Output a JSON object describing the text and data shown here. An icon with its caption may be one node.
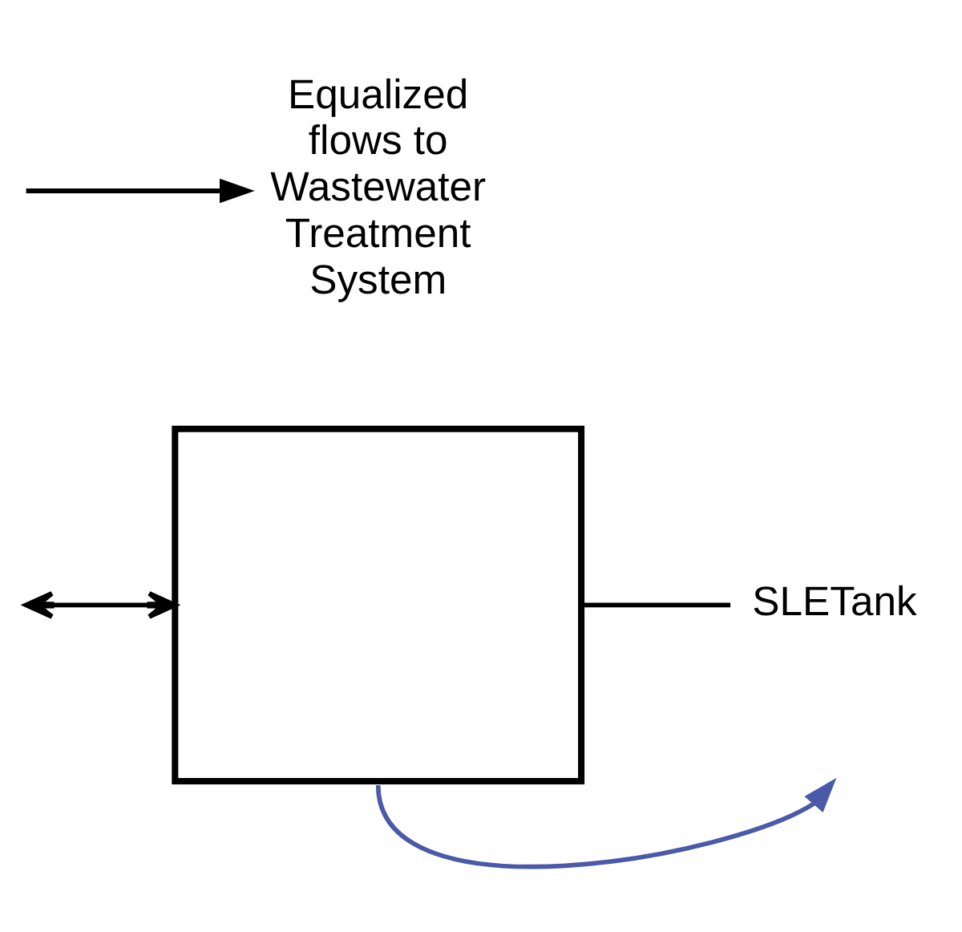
{
  "diagram": {
    "nodes": [
      {
        "text": [],
        "shape": "box"
      },
      {
        "text": [
          "SLETank"
        ]
      },
      {
        "text": [
          "Equalized flows to Wastewater Treatment System"
        ]
      }
    ],
    "edges": [
      {
        "from": 1,
        "to": 0,
        "arrow": "none"
      },
      {
        "from": 0,
        "to": null,
        "arrow": "to",
        "color": "#4a5aa8"
      },
      {
        "from": null,
        "to": 0,
        "arrow": "both"
      },
      {
        "from": null,
        "to": 2,
        "arrow": "to"
      }
    ]
  }
}
